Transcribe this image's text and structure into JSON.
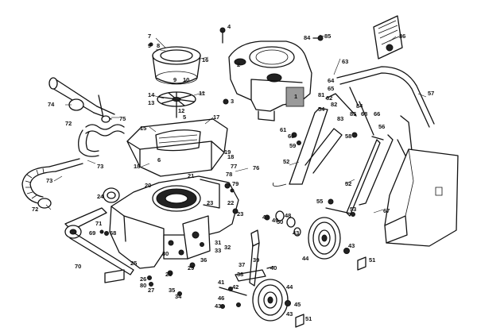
{
  "diagram": {
    "callouts": [
      {
        "id": "c1",
        "text": "1"
      },
      {
        "id": "c2",
        "text": "2"
      },
      {
        "id": "c3",
        "text": "3"
      },
      {
        "id": "c4",
        "text": "4"
      },
      {
        "id": "c5",
        "text": "5"
      },
      {
        "id": "c6",
        "text": "6"
      },
      {
        "id": "c7",
        "text": "7"
      },
      {
        "id": "c8",
        "text": "8"
      },
      {
        "id": "c9",
        "text": "9"
      },
      {
        "id": "c10",
        "text": "10"
      },
      {
        "id": "c11",
        "text": "11"
      },
      {
        "id": "c12",
        "text": "12"
      },
      {
        "id": "c13",
        "text": "13"
      },
      {
        "id": "c14",
        "text": "14"
      },
      {
        "id": "c15",
        "text": "15"
      },
      {
        "id": "c16",
        "text": "16"
      },
      {
        "id": "c17",
        "text": "17"
      },
      {
        "id": "c18",
        "text": "18"
      },
      {
        "id": "c19",
        "text": "19"
      },
      {
        "id": "c20",
        "text": "20"
      },
      {
        "id": "c21",
        "text": "21"
      },
      {
        "id": "c22",
        "text": "22"
      },
      {
        "id": "c23",
        "text": "23"
      },
      {
        "id": "c24",
        "text": "24"
      },
      {
        "id": "c25",
        "text": "25"
      },
      {
        "id": "c26",
        "text": "26"
      },
      {
        "id": "c27",
        "text": "27"
      },
      {
        "id": "c28",
        "text": "28"
      },
      {
        "id": "c29",
        "text": "29"
      },
      {
        "id": "c30",
        "text": "30"
      },
      {
        "id": "c31",
        "text": "31"
      },
      {
        "id": "c32",
        "text": "32"
      },
      {
        "id": "c33",
        "text": "33"
      },
      {
        "id": "c34",
        "text": "34"
      },
      {
        "id": "c35",
        "text": "35"
      },
      {
        "id": "c36",
        "text": "36"
      },
      {
        "id": "c37",
        "text": "37"
      },
      {
        "id": "c38",
        "text": "38"
      },
      {
        "id": "c39",
        "text": "39"
      },
      {
        "id": "c40",
        "text": "40"
      },
      {
        "id": "c41",
        "text": "41"
      },
      {
        "id": "c42",
        "text": "42"
      },
      {
        "id": "c43",
        "text": "43"
      },
      {
        "id": "c44",
        "text": "44"
      },
      {
        "id": "c45",
        "text": "45"
      },
      {
        "id": "c46",
        "text": "46"
      },
      {
        "id": "c47",
        "text": "47"
      },
      {
        "id": "c48",
        "text": "48"
      },
      {
        "id": "c49",
        "text": "49"
      },
      {
        "id": "c50",
        "text": "50"
      },
      {
        "id": "c51",
        "text": "51"
      },
      {
        "id": "c52",
        "text": "52"
      },
      {
        "id": "c53",
        "text": "53"
      },
      {
        "id": "c54",
        "text": "54"
      },
      {
        "id": "c55",
        "text": "55"
      },
      {
        "id": "c56",
        "text": "56"
      },
      {
        "id": "c57",
        "text": "57"
      },
      {
        "id": "c58",
        "text": "58"
      },
      {
        "id": "c59",
        "text": "59"
      },
      {
        "id": "c60",
        "text": "60"
      },
      {
        "id": "c61",
        "text": "61"
      },
      {
        "id": "c62",
        "text": "62"
      },
      {
        "id": "c63",
        "text": "63"
      },
      {
        "id": "c64",
        "text": "64"
      },
      {
        "id": "c65",
        "text": "65"
      },
      {
        "id": "c66",
        "text": "66"
      },
      {
        "id": "c67",
        "text": "67"
      },
      {
        "id": "c68",
        "text": "68"
      },
      {
        "id": "c69",
        "text": "69"
      },
      {
        "id": "c70",
        "text": "70"
      },
      {
        "id": "c71",
        "text": "71"
      },
      {
        "id": "c72",
        "text": "72"
      },
      {
        "id": "c73",
        "text": "73"
      },
      {
        "id": "c74",
        "text": "74"
      },
      {
        "id": "c75",
        "text": "75"
      },
      {
        "id": "c76",
        "text": "76"
      },
      {
        "id": "c77",
        "text": "77"
      },
      {
        "id": "c78",
        "text": "78"
      },
      {
        "id": "c79",
        "text": "79"
      },
      {
        "id": "c80",
        "text": "80"
      },
      {
        "id": "c81",
        "text": "81"
      },
      {
        "id": "c82",
        "text": "82"
      },
      {
        "id": "c83",
        "text": "83"
      },
      {
        "id": "c84",
        "text": "84"
      },
      {
        "id": "c85",
        "text": "85"
      },
      {
        "id": "c86",
        "text": "86"
      }
    ]
  }
}
